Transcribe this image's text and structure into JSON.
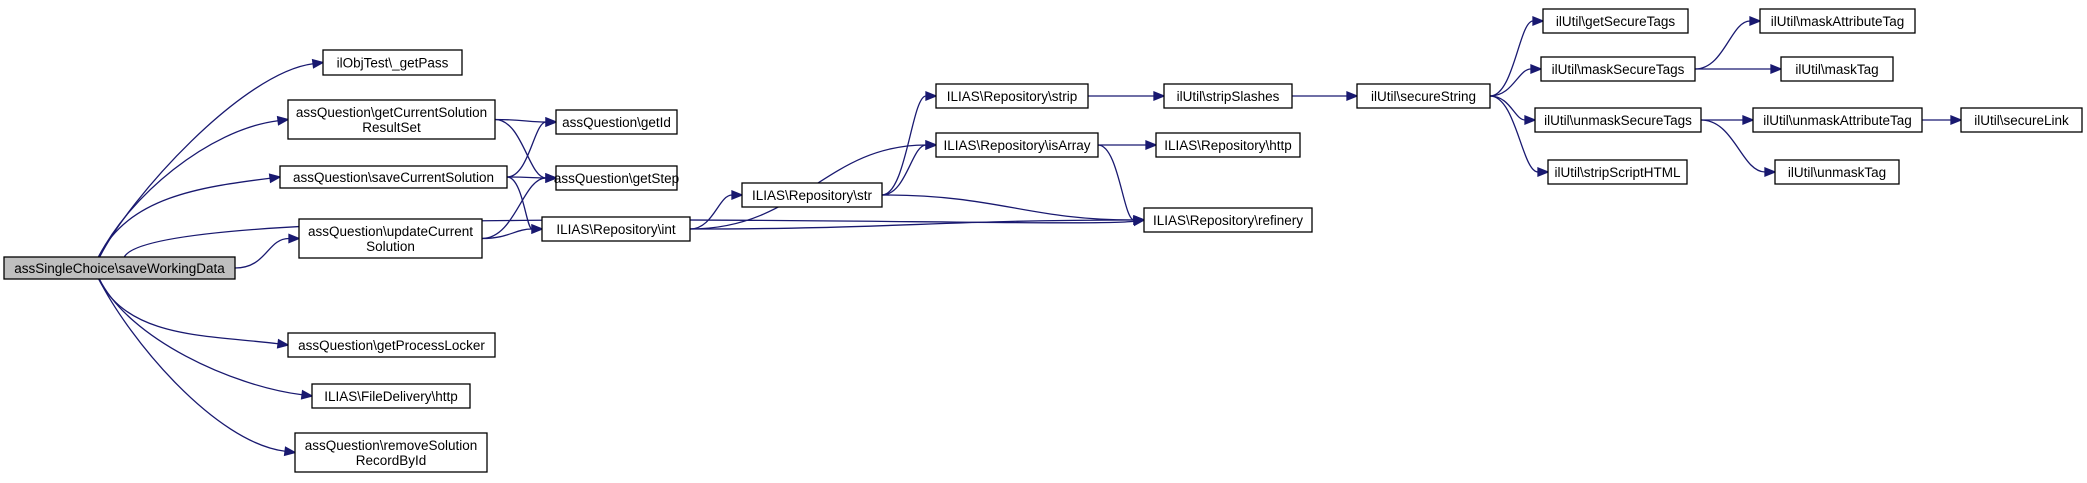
{
  "colors": {
    "edge": "#191970",
    "root_fill": "#bfbfbf",
    "node_fill": "#ffffff",
    "border": "#000000"
  },
  "nodes": [
    {
      "id": "n0",
      "label": [
        "assSingleChoice\\saveWorkingData"
      ],
      "root": true
    },
    {
      "id": "n1",
      "label": [
        "ilObjTest\\_getPass"
      ]
    },
    {
      "id": "n2",
      "label": [
        "assQuestion\\getCurrentSolution",
        "ResultSet"
      ]
    },
    {
      "id": "n3",
      "label": [
        "assQuestion\\saveCurrentSolution"
      ]
    },
    {
      "id": "n4",
      "label": [
        "assQuestion\\updateCurrent",
        "Solution"
      ]
    },
    {
      "id": "n5",
      "label": [
        "assQuestion\\getProcessLocker"
      ]
    },
    {
      "id": "n6",
      "label": [
        "ILIAS\\FileDelivery\\http"
      ]
    },
    {
      "id": "n7",
      "label": [
        "assQuestion\\removeSolution",
        "RecordById"
      ]
    },
    {
      "id": "n8",
      "label": [
        "assQuestion\\getId"
      ]
    },
    {
      "id": "n9",
      "label": [
        "assQuestion\\getStep"
      ]
    },
    {
      "id": "n10",
      "label": [
        "ILIAS\\Repository\\int"
      ]
    },
    {
      "id": "n11",
      "label": [
        "ILIAS\\Repository\\str"
      ]
    },
    {
      "id": "n12",
      "label": [
        "ILIAS\\Repository\\strip"
      ]
    },
    {
      "id": "n13",
      "label": [
        "ILIAS\\Repository\\isArray"
      ]
    },
    {
      "id": "n14",
      "label": [
        "ilUtil\\stripSlashes"
      ]
    },
    {
      "id": "n15",
      "label": [
        "ILIAS\\Repository\\http"
      ]
    },
    {
      "id": "n16",
      "label": [
        "ILIAS\\Repository\\refinery"
      ]
    },
    {
      "id": "n17",
      "label": [
        "ilUtil\\secureString"
      ]
    },
    {
      "id": "n18",
      "label": [
        "ilUtil\\getSecureTags"
      ]
    },
    {
      "id": "n19",
      "label": [
        "ilUtil\\maskSecureTags"
      ]
    },
    {
      "id": "n20",
      "label": [
        "ilUtil\\unmaskSecureTags"
      ]
    },
    {
      "id": "n21",
      "label": [
        "ilUtil\\stripScriptHTML"
      ]
    },
    {
      "id": "n22",
      "label": [
        "ilUtil\\maskAttributeTag"
      ]
    },
    {
      "id": "n23",
      "label": [
        "ilUtil\\maskTag"
      ]
    },
    {
      "id": "n24",
      "label": [
        "ilUtil\\unmaskAttributeTag"
      ]
    },
    {
      "id": "n25",
      "label": [
        "ilUtil\\unmaskTag"
      ]
    },
    {
      "id": "n26",
      "label": [
        "ilUtil\\secureLink"
      ]
    }
  ],
  "edges": [
    [
      "n0",
      "n1"
    ],
    [
      "n0",
      "n2"
    ],
    [
      "n0",
      "n3"
    ],
    [
      "n0",
      "n4"
    ],
    [
      "n0",
      "n16"
    ],
    [
      "n0",
      "n5"
    ],
    [
      "n0",
      "n6"
    ],
    [
      "n0",
      "n7"
    ],
    [
      "n2",
      "n8"
    ],
    [
      "n2",
      "n9"
    ],
    [
      "n3",
      "n8"
    ],
    [
      "n3",
      "n9"
    ],
    [
      "n3",
      "n10"
    ],
    [
      "n4",
      "n9"
    ],
    [
      "n4",
      "n10"
    ],
    [
      "n10",
      "n11"
    ],
    [
      "n10",
      "n13"
    ],
    [
      "n10",
      "n16"
    ],
    [
      "n11",
      "n12"
    ],
    [
      "n11",
      "n13"
    ],
    [
      "n11",
      "n16"
    ],
    [
      "n12",
      "n14"
    ],
    [
      "n13",
      "n15"
    ],
    [
      "n13",
      "n16"
    ],
    [
      "n14",
      "n17"
    ],
    [
      "n17",
      "n18"
    ],
    [
      "n17",
      "n19"
    ],
    [
      "n17",
      "n20"
    ],
    [
      "n17",
      "n21"
    ],
    [
      "n19",
      "n22"
    ],
    [
      "n19",
      "n23"
    ],
    [
      "n20",
      "n24"
    ],
    [
      "n20",
      "n25"
    ],
    [
      "n24",
      "n26"
    ]
  ]
}
